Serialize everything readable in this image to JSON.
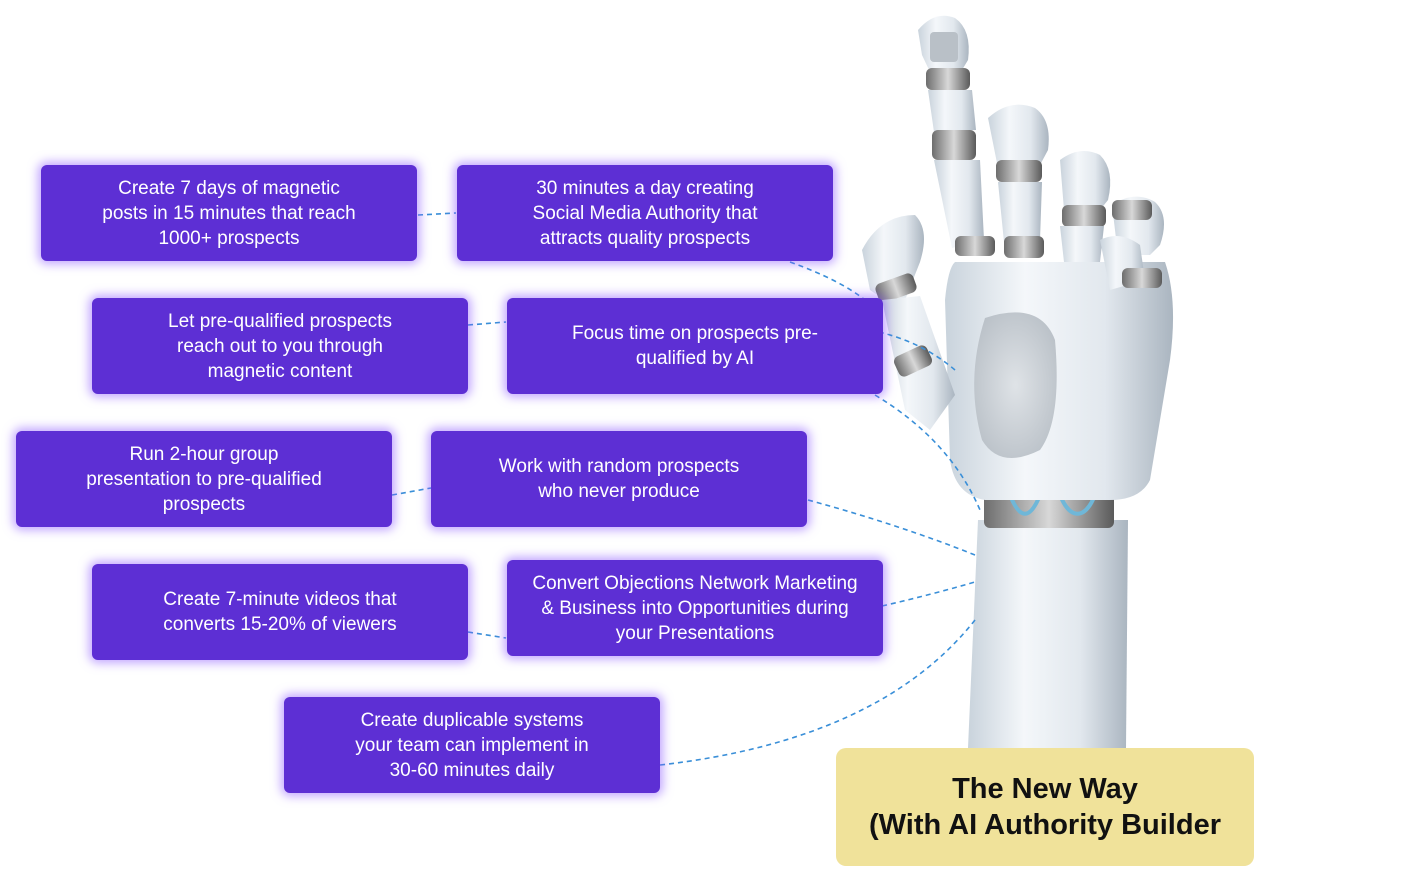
{
  "benefits": [
    {
      "lines": [
        "Create 7 days of magnetic",
        "posts in 15 minutes that reach",
        "1000+ prospects"
      ]
    },
    {
      "lines": [
        "30 minutes a day creating",
        "Social Media Authority that",
        "attracts quality prospects"
      ]
    },
    {
      "lines": [
        "Let pre-qualified prospects",
        "reach out to you through",
        "magnetic content"
      ]
    },
    {
      "lines": [
        "Focus time on prospects pre-",
        "qualified by AI"
      ]
    },
    {
      "lines": [
        "Run 2-hour group",
        "presentation to pre-qualified",
        "prospects"
      ]
    },
    {
      "lines": [
        "Work with random prospects",
        "who never produce"
      ]
    },
    {
      "lines": [
        "Create 7-minute videos that",
        "converts 15-20% of viewers"
      ]
    },
    {
      "lines": [
        "Convert Objections Network Marketing",
        "& Business into Opportunities during",
        "your Presentations"
      ]
    },
    {
      "lines": [
        "Create duplicable systems",
        "your team can implement in",
        "30-60 minutes daily"
      ]
    }
  ],
  "callout": {
    "line1": "The New Way",
    "line2": "(With AI Authority Builder"
  },
  "colors": {
    "card_bg": "#5d2fd4",
    "callout_bg": "#f0e29a",
    "connector": "#3a8fd8"
  },
  "image": {
    "subject": "robot-hand-icon"
  }
}
